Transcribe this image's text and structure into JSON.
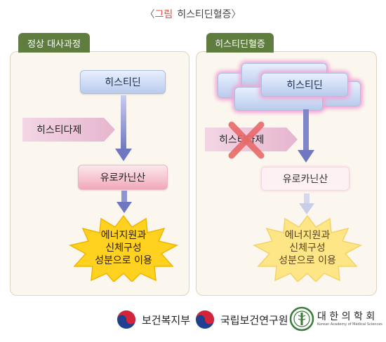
{
  "title": {
    "open_bracket": "〈",
    "accent": "그림",
    "text": "히스티딘혈증",
    "close_bracket": "〉"
  },
  "left_panel": {
    "tab_label": "정상 대사과정",
    "top_box": "히스티딘",
    "enzyme_label": "히스티다제",
    "product_box": "유로카닌산",
    "result_lines": [
      "에너지원과",
      "신체구성",
      "성분으로 이용"
    ]
  },
  "right_panel": {
    "tab_label": "히스티딘혈증",
    "top_box": "히스티딘",
    "enzyme_label": "히스티다제",
    "product_box": "유로카닌산",
    "result_lines": [
      "에너지원과",
      "신체구성",
      "성분으로 이용"
    ],
    "block_mark": "blocked-x-icon"
  },
  "footer": {
    "org1": "보건복지부",
    "org2": "국립보건연구원",
    "org3_main": "대 한 의 학 회",
    "org3_sub": "Korean Academy of Medical Sciences"
  },
  "colors": {
    "tab_green": "#5f7d3f",
    "arrow_blue": "#7f86c6",
    "burst_yellow": "#ffd21f",
    "x_red": "#e86a6a"
  }
}
